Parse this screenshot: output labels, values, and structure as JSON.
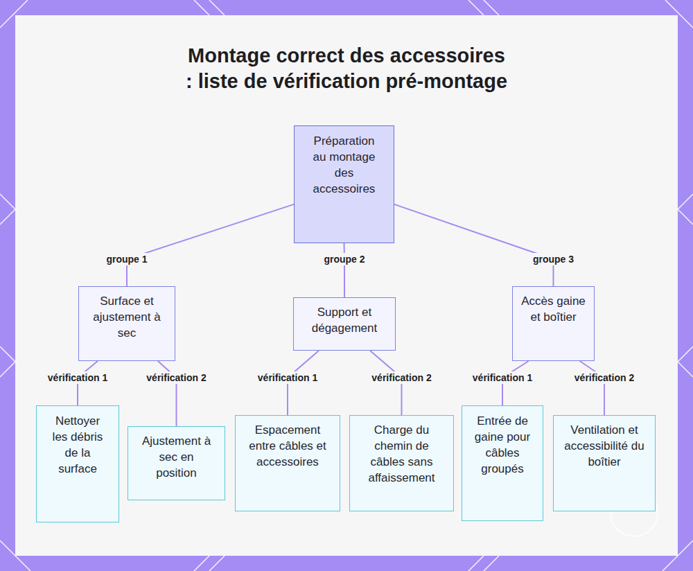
{
  "diagram": {
    "title": "Montage correct des accessoires : liste de vérification pré-montage",
    "nodes": [
      {
        "text": [
          "Préparation au montage des accessoires"
        ]
      },
      {
        "text": [
          "Surface et ajustement à sec"
        ]
      },
      {
        "text": [
          "Support et dégagement"
        ]
      },
      {
        "text": [
          "Accès gaine et boîtier"
        ]
      },
      {
        "text": [
          "Nettoyer les débris de la surface"
        ]
      },
      {
        "text": [
          "Ajustement à sec en position"
        ]
      },
      {
        "text": [
          "Espacement entre câbles et accessoires"
        ]
      },
      {
        "text": [
          "Charge du chemin de câbles sans affaissement"
        ]
      },
      {
        "text": [
          "Entrée de gaine pour câbles groupés"
        ]
      },
      {
        "text": [
          "Ventilation et accessibilité du boîtier"
        ]
      }
    ],
    "edges": [
      {
        "from": 0,
        "to": 1,
        "label": "groupe 1",
        "arrow": "none"
      },
      {
        "from": 0,
        "to": 2,
        "label": "groupe 2",
        "arrow": "none"
      },
      {
        "from": 0,
        "to": 3,
        "label": "groupe 3",
        "arrow": "none"
      },
      {
        "from": 1,
        "to": 4,
        "label": "vérification 1",
        "arrow": "none"
      },
      {
        "from": 1,
        "to": 5,
        "label": "vérification 2",
        "arrow": "none"
      },
      {
        "from": 2,
        "to": 6,
        "label": "vérification 1",
        "arrow": "none"
      },
      {
        "from": 2,
        "to": 7,
        "label": "vérification 2",
        "arrow": "none"
      },
      {
        "from": 3,
        "to": 8,
        "label": "vérification 1",
        "arrow": "none"
      },
      {
        "from": 3,
        "to": 9,
        "label": "vérification 2",
        "arrow": "none"
      }
    ]
  }
}
